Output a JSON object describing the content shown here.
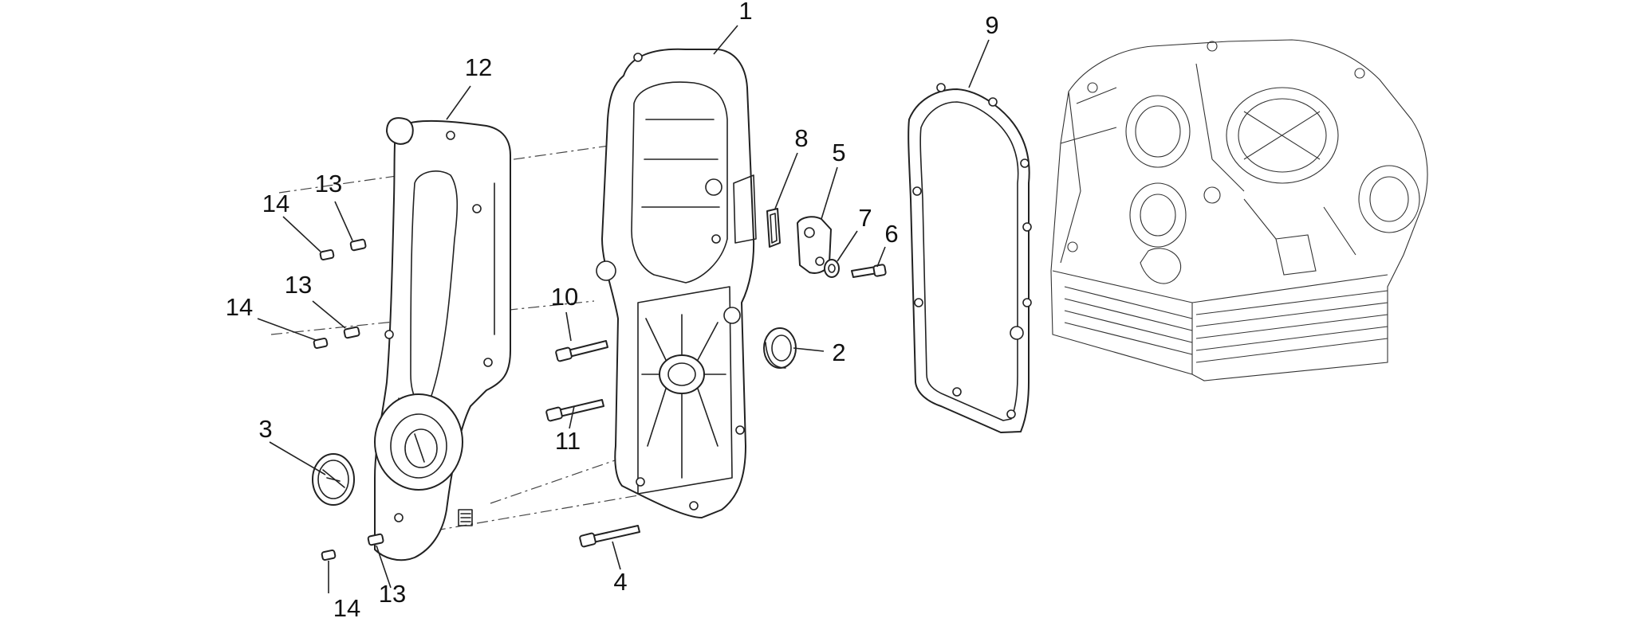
{
  "callouts": [
    {
      "id": "c1",
      "text": "1"
    },
    {
      "id": "c2",
      "text": "2"
    },
    {
      "id": "c3",
      "text": "3"
    },
    {
      "id": "c4",
      "text": "4"
    },
    {
      "id": "c5",
      "text": "5"
    },
    {
      "id": "c6",
      "text": "6"
    },
    {
      "id": "c7",
      "text": "7"
    },
    {
      "id": "c8",
      "text": "8"
    },
    {
      "id": "c9",
      "text": "9"
    },
    {
      "id": "c10",
      "text": "10"
    },
    {
      "id": "c11",
      "text": "11"
    },
    {
      "id": "c12",
      "text": "12"
    },
    {
      "id": "c13a",
      "text": "13"
    },
    {
      "id": "c13b",
      "text": "13"
    },
    {
      "id": "c13c",
      "text": "13"
    },
    {
      "id": "c14a",
      "text": "14"
    },
    {
      "id": "c14b",
      "text": "14"
    },
    {
      "id": "c14c",
      "text": "14"
    }
  ]
}
